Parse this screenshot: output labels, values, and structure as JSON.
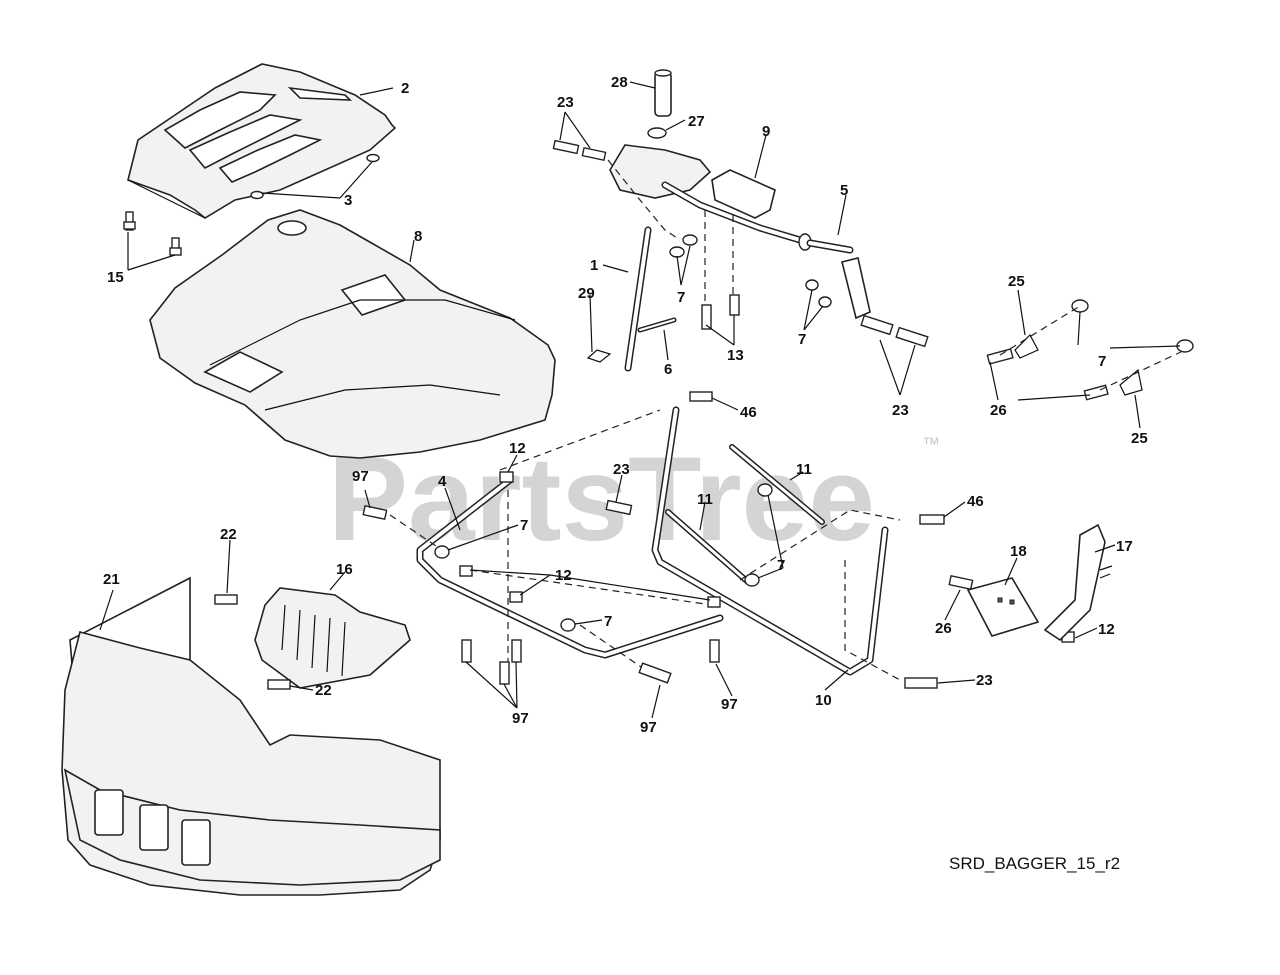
{
  "watermark": {
    "text": "PartsTree",
    "trademark": "™"
  },
  "drawing_code": "SRD_BAGGER_15_r2",
  "callouts": [
    {
      "id": "c-2",
      "num": "2"
    },
    {
      "id": "c-3",
      "num": "3"
    },
    {
      "id": "c-15",
      "num": "15"
    },
    {
      "id": "c-8",
      "num": "8"
    },
    {
      "id": "c-28",
      "num": "28"
    },
    {
      "id": "c-27",
      "num": "27"
    },
    {
      "id": "c-23a",
      "num": "23"
    },
    {
      "id": "c-9",
      "num": "9"
    },
    {
      "id": "c-5",
      "num": "5"
    },
    {
      "id": "c-1",
      "num": "1"
    },
    {
      "id": "c-29",
      "num": "29"
    },
    {
      "id": "c-6",
      "num": "6"
    },
    {
      "id": "c-7a",
      "num": "7"
    },
    {
      "id": "c-13",
      "num": "13"
    },
    {
      "id": "c-7b",
      "num": "7"
    },
    {
      "id": "c-23b",
      "num": "23"
    },
    {
      "id": "c-25a",
      "num": "25"
    },
    {
      "id": "c-7c",
      "num": "7"
    },
    {
      "id": "c-26a",
      "num": "26"
    },
    {
      "id": "c-25b",
      "num": "25"
    },
    {
      "id": "c-46a",
      "num": "46"
    },
    {
      "id": "c-12a",
      "num": "12"
    },
    {
      "id": "c-97a",
      "num": "97"
    },
    {
      "id": "c-4",
      "num": "4"
    },
    {
      "id": "c-23c",
      "num": "23"
    },
    {
      "id": "c-11a",
      "num": "11"
    },
    {
      "id": "c-11b",
      "num": "11"
    },
    {
      "id": "c-7d",
      "num": "7"
    },
    {
      "id": "c-7e",
      "num": "7"
    },
    {
      "id": "c-46b",
      "num": "46"
    },
    {
      "id": "c-12b",
      "num": "12"
    },
    {
      "id": "c-7f",
      "num": "7"
    },
    {
      "id": "c-22a",
      "num": "22"
    },
    {
      "id": "c-16",
      "num": "16"
    },
    {
      "id": "c-21",
      "num": "21"
    },
    {
      "id": "c-22b",
      "num": "22"
    },
    {
      "id": "c-97b",
      "num": "97"
    },
    {
      "id": "c-97c",
      "num": "97"
    },
    {
      "id": "c-97d",
      "num": "97"
    },
    {
      "id": "c-10",
      "num": "10"
    },
    {
      "id": "c-23d",
      "num": "23"
    },
    {
      "id": "c-18",
      "num": "18"
    },
    {
      "id": "c-17",
      "num": "17"
    },
    {
      "id": "c-26b",
      "num": "26"
    },
    {
      "id": "c-12c",
      "num": "12"
    }
  ]
}
